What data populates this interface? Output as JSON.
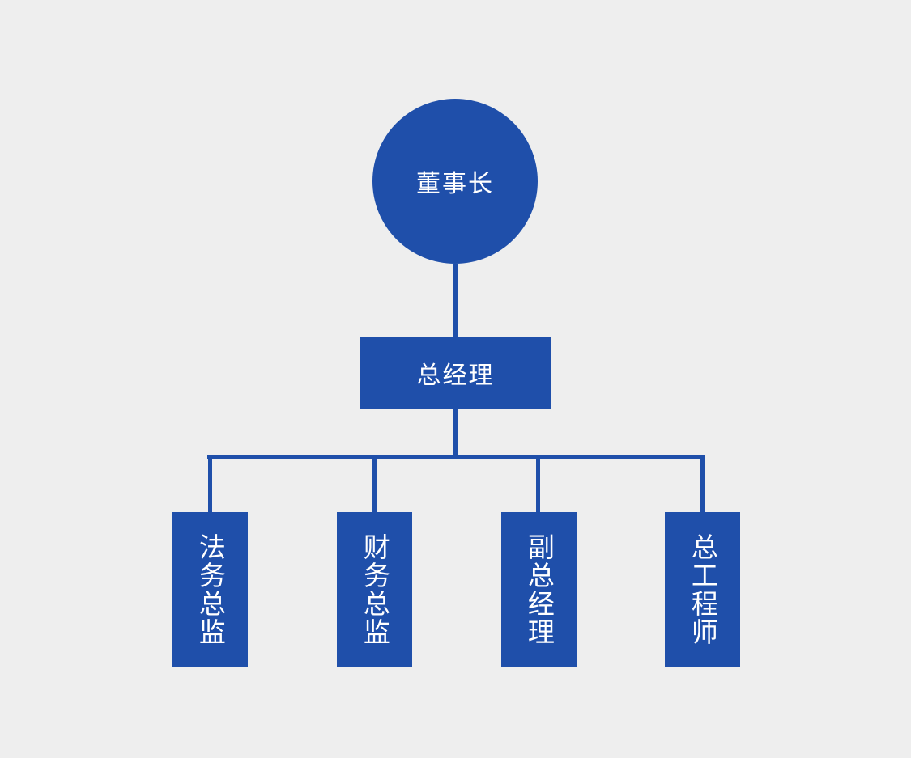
{
  "diagram": {
    "type": "organization-chart",
    "background_color": "#eeeeee",
    "node_color": "#1f4faa",
    "node_text_color": "#ffffff",
    "connector_color": "#1f4faa",
    "levels": 3,
    "root": {
      "label": "董事长",
      "shape": "circle"
    },
    "second": {
      "label": "总经理",
      "shape": "rectangle"
    },
    "leaves": [
      {
        "label": "法务总监",
        "shape": "rectangle",
        "text_orientation": "vertical"
      },
      {
        "label": "财务总监",
        "shape": "rectangle",
        "text_orientation": "vertical"
      },
      {
        "label": "副总经理",
        "shape": "rectangle",
        "text_orientation": "vertical"
      },
      {
        "label": "总工程师",
        "shape": "rectangle",
        "text_orientation": "vertical"
      }
    ]
  }
}
